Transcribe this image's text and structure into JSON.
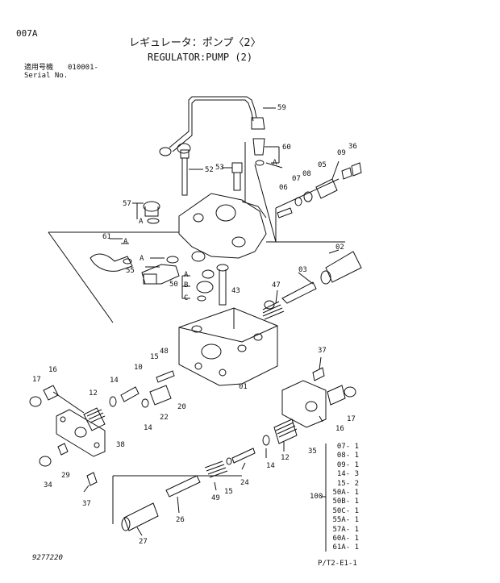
{
  "page_code": "007A",
  "title_jp": "レギュレータ：ポンプ〈2〉",
  "title_en": "REGULATOR:PUMP (2)",
  "serial_jp_label": "適用号機",
  "serial_value": "010001-",
  "serial_en_label": "Serial No.",
  "callouts": {
    "c59": "59",
    "c60": "60",
    "c09": "09",
    "c36": "36",
    "c53": "53",
    "c52": "52",
    "c05": "05",
    "c08": "08",
    "c07": "07",
    "c06": "06",
    "cA_60": "A",
    "c57": "57",
    "cA_57": "A",
    "c61": "61",
    "cA_61": "A",
    "c02": "02",
    "cA_55": "A",
    "c55": "55",
    "cA_50": "A",
    "c03": "03",
    "c50": "50",
    "cB_50": "B",
    "c43": "43",
    "c47": "47",
    "cC_50": "C",
    "c37a": "37",
    "c17a": "17",
    "c16a": "16",
    "c15a": "15",
    "c48": "48",
    "c10": "10",
    "c14a": "14",
    "c12a": "12",
    "c22": "22",
    "c20": "20",
    "c14b": "14",
    "c01": "01",
    "c16b": "16",
    "c17b": "17",
    "c38": "38",
    "c35": "35",
    "c12b": "12",
    "c14c": "14",
    "c29": "29",
    "c34": "34",
    "c24": "24",
    "c15b": "15",
    "c49": "49",
    "c37b": "37",
    "c26": "26",
    "c27": "27"
  },
  "parts_list_label": "100",
  "parts_list": [
    {
      "part": "07",
      "qty": "1"
    },
    {
      "part": "08",
      "qty": "1"
    },
    {
      "part": "09",
      "qty": "1"
    },
    {
      "part": "14",
      "qty": "3"
    },
    {
      "part": "15",
      "qty": "2"
    },
    {
      "part": "50A",
      "qty": "1"
    },
    {
      "part": "50B",
      "qty": "1"
    },
    {
      "part": "50C",
      "qty": "1"
    },
    {
      "part": "55A",
      "qty": "1"
    },
    {
      "part": "57A",
      "qty": "1"
    },
    {
      "part": "60A",
      "qty": "1"
    },
    {
      "part": "61A",
      "qty": "1"
    }
  ],
  "footer_left": "9277220",
  "footer_right": "P/T2-E1-1"
}
